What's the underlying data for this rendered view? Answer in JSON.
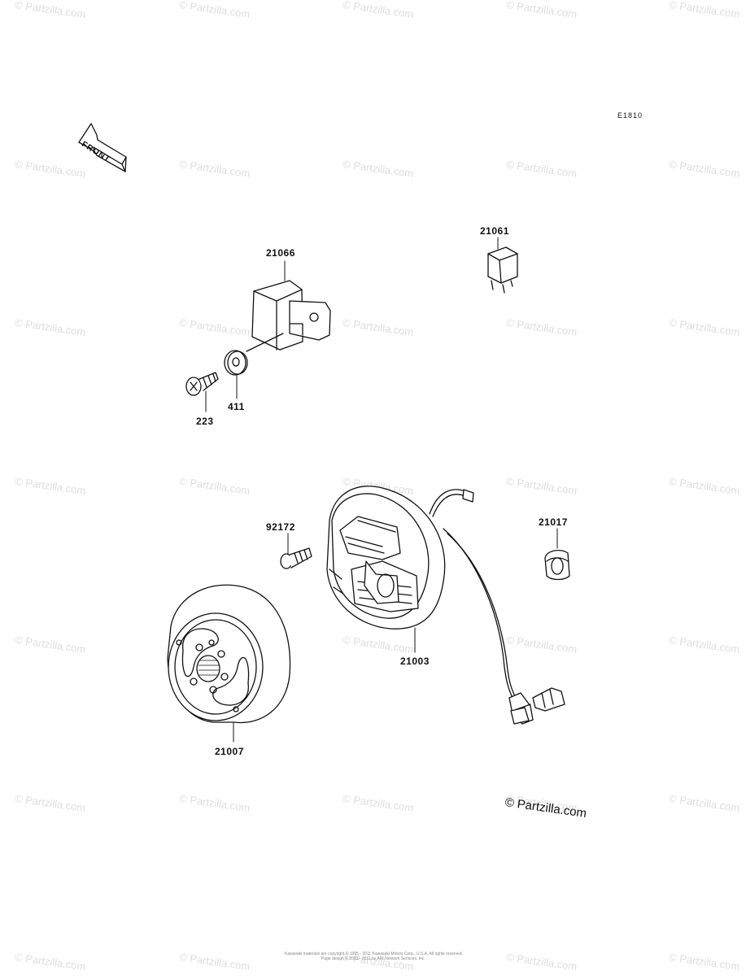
{
  "diagram_code": "E1810",
  "front_label": "FRONT",
  "watermark_text": "© Partzilla.com",
  "brand_mark": "© Partzilla.com",
  "footer": {
    "line1": "Kawasaki materials are copyright © 1995 - 2011 Kawasaki Motors Corp., U.S.A. All rights reserved.",
    "line2": "Page design © 2003 - 2011 by ARI Network Services, Inc."
  },
  "parts": [
    {
      "id": "p21066",
      "number": "21066"
    },
    {
      "id": "p21061",
      "number": "21061"
    },
    {
      "id": "p411",
      "number": "411"
    },
    {
      "id": "p223",
      "number": "223"
    },
    {
      "id": "p92172",
      "number": "92172"
    },
    {
      "id": "p21017",
      "number": "21017"
    },
    {
      "id": "p21003",
      "number": "21003"
    },
    {
      "id": "p21007",
      "number": "21007"
    }
  ]
}
